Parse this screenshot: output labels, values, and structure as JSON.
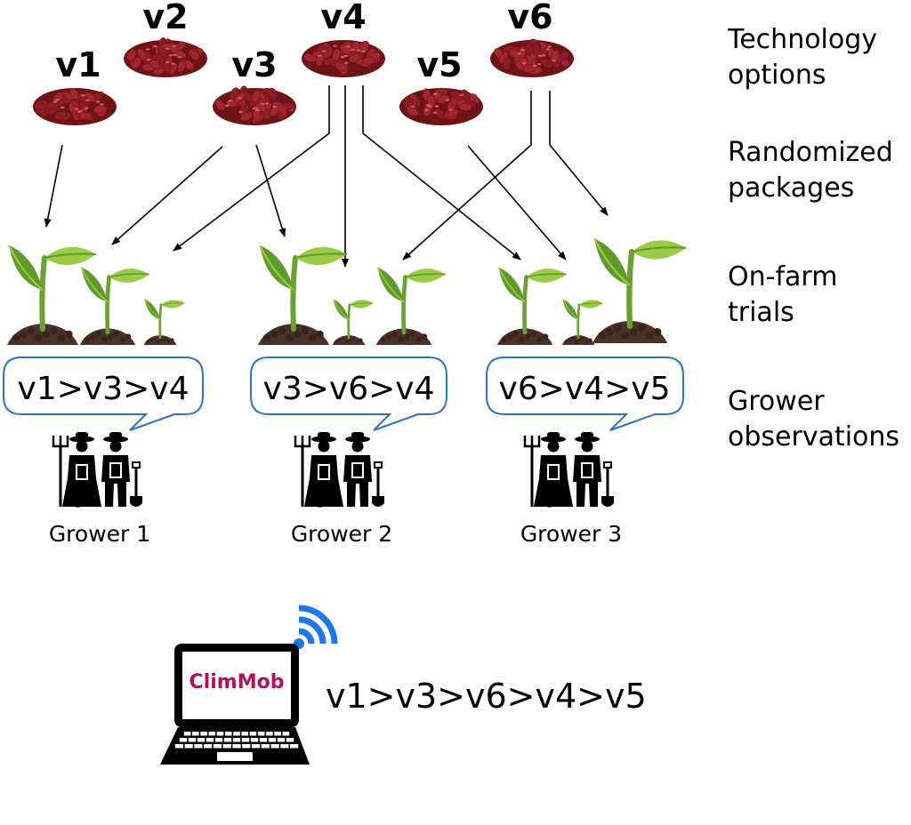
{
  "technology_options": [
    {
      "id": "v1",
      "label": "v1"
    },
    {
      "id": "v2",
      "label": "v2"
    },
    {
      "id": "v3",
      "label": "v3"
    },
    {
      "id": "v4",
      "label": "v4"
    },
    {
      "id": "v5",
      "label": "v5"
    },
    {
      "id": "v6",
      "label": "v6"
    }
  ],
  "stages": [
    {
      "line1": "Technology",
      "line2": "options"
    },
    {
      "line1": "Randomized",
      "line2": "packages"
    },
    {
      "line1": "On-farm",
      "line2": "trials"
    },
    {
      "line1": "Grower",
      "line2": "observations"
    }
  ],
  "growers": [
    {
      "name": "Grower 1",
      "ranking": "v1>v3>v4",
      "package": [
        "v1",
        "v3",
        "v4"
      ]
    },
    {
      "name": "Grower 2",
      "ranking": "v3>v6>v4",
      "package": [
        "v3",
        "v4",
        "v6"
      ]
    },
    {
      "name": "Grower 3",
      "ranking": "v6>v4>v5",
      "package": [
        "v4",
        "v5",
        "v6"
      ]
    }
  ],
  "app": {
    "name": "ClimMob",
    "result": "v1>v3>v6>v4>v5"
  },
  "colors": {
    "bean": "#a2262e",
    "bean_dark": "#6e1419",
    "bean_light": "#cf5a5f",
    "leaf": "#5f9a2b",
    "leaf_light": "#9acb45",
    "stem": "#6aa132",
    "soil": "#4a3228",
    "bubble_border": "#2f74c0",
    "app_text": "#b0105e",
    "wifi": "#1e79e6",
    "ink": "#000000"
  },
  "icons": [
    "bean-pile-icon",
    "seedling-icon",
    "farmer-couple-icon",
    "laptop-icon",
    "wifi-icon"
  ]
}
